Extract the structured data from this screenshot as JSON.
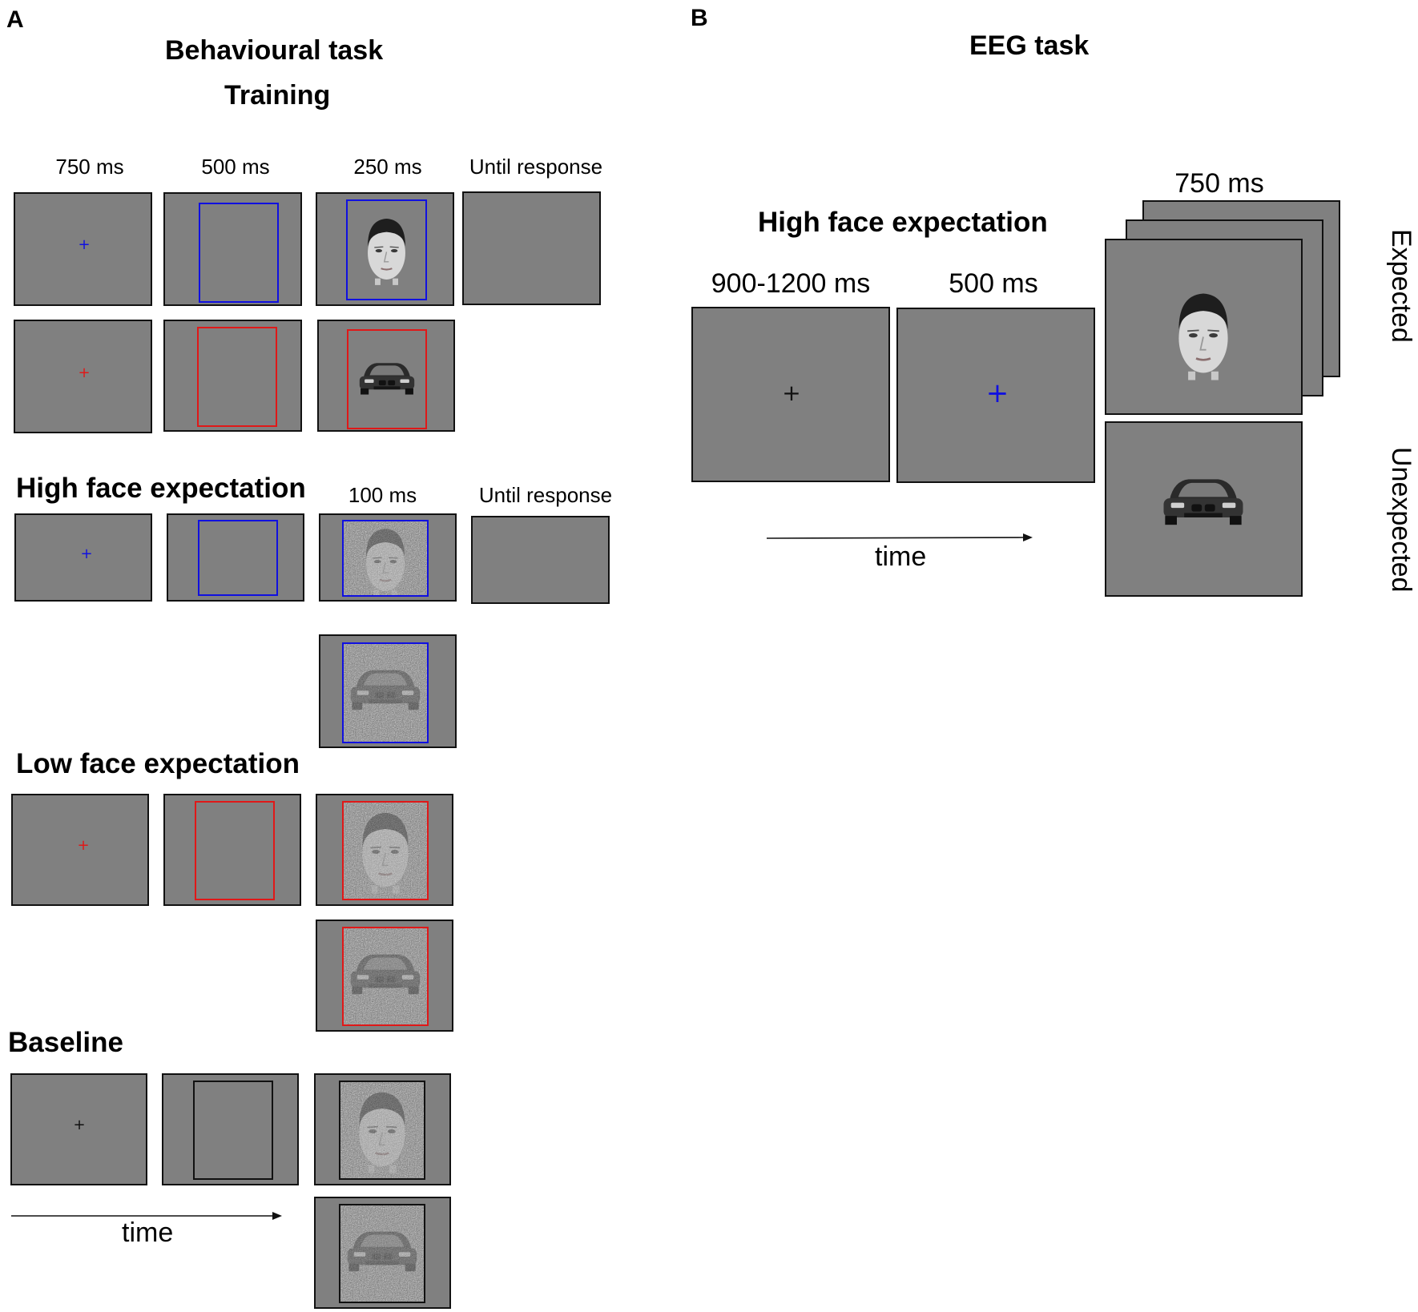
{
  "colors": {
    "screen": "#808080",
    "blue": "#1010e0",
    "red": "#e01818",
    "black": "#111111"
  },
  "panel_a": {
    "letter": "A",
    "title": "Behavioural task",
    "training": {
      "title": "Training",
      "timings": [
        "750 ms",
        "500 ms",
        "250 ms",
        "Until response"
      ]
    },
    "high": {
      "title": "High face expectation",
      "timings": [
        "100 ms",
        "Until response"
      ]
    },
    "low": {
      "title": "Low face expectation"
    },
    "baseline": {
      "title": "Baseline"
    },
    "time_label": "time"
  },
  "panel_b": {
    "letter": "B",
    "title": "EEG task",
    "condition": "High face expectation",
    "timings": [
      "900-1200 ms",
      "500 ms",
      "750 ms"
    ],
    "expected": "Expected",
    "unexpected": "Unexpected",
    "time_label": "time"
  },
  "icons": {
    "fixation": "fixation-cross-icon",
    "face": "face-image-icon",
    "car": "car-image-icon",
    "noise": "noise-pattern"
  }
}
